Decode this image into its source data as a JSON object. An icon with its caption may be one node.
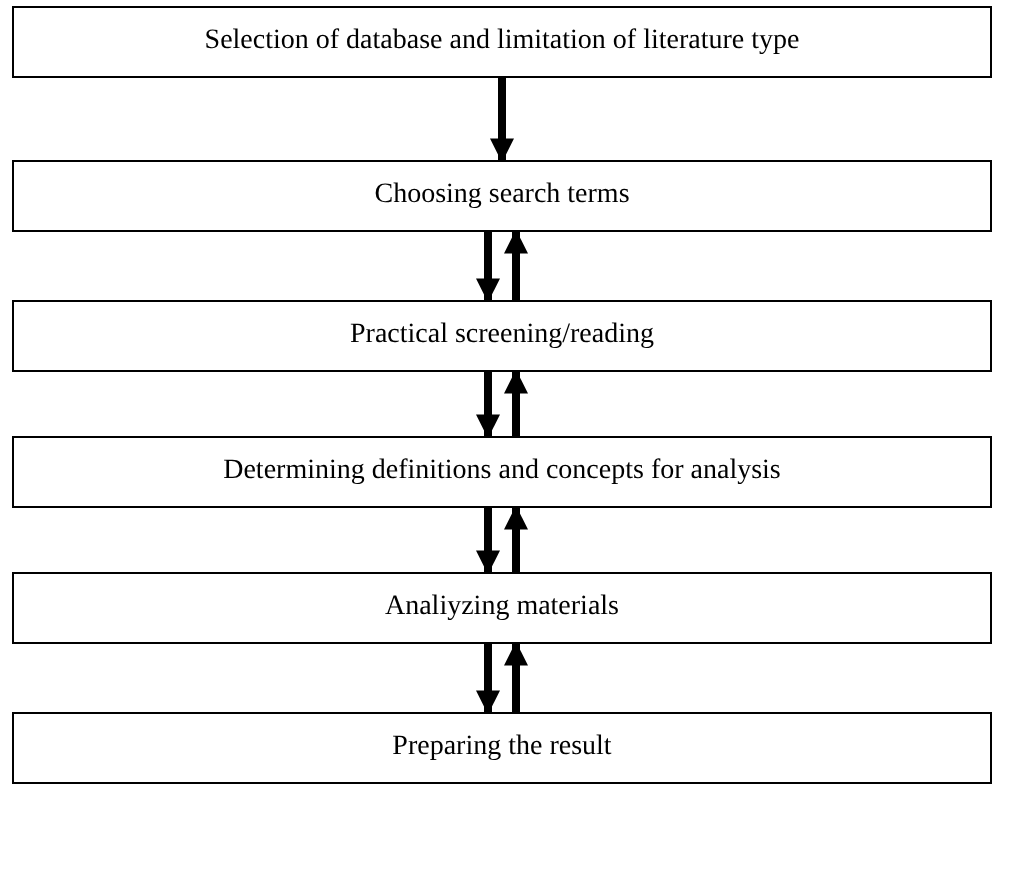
{
  "diagram": {
    "nodes": [
      {
        "text": [
          "Selection of database and limitation of literature type"
        ]
      },
      {
        "text": [
          "Choosing search terms"
        ]
      },
      {
        "text": [
          "Practical screening/reading"
        ]
      },
      {
        "text": [
          "Determining definitions and concepts for analysis"
        ]
      },
      {
        "text": [
          "Analiyzing materials"
        ]
      },
      {
        "text": [
          "Preparing the result"
        ]
      }
    ],
    "edges": [
      {
        "from": 0,
        "to": 1,
        "arrow": "to"
      },
      {
        "from": 1,
        "to": 2,
        "arrow": "to"
      },
      {
        "from": 2,
        "to": 1,
        "arrow": "to"
      },
      {
        "from": 2,
        "to": 3,
        "arrow": "to"
      },
      {
        "from": 3,
        "to": 2,
        "arrow": "to"
      },
      {
        "from": 3,
        "to": 4,
        "arrow": "to"
      },
      {
        "from": 4,
        "to": 3,
        "arrow": "to"
      },
      {
        "from": 4,
        "to": 5,
        "arrow": "to"
      },
      {
        "from": 5,
        "to": 4,
        "arrow": "to"
      }
    ]
  }
}
